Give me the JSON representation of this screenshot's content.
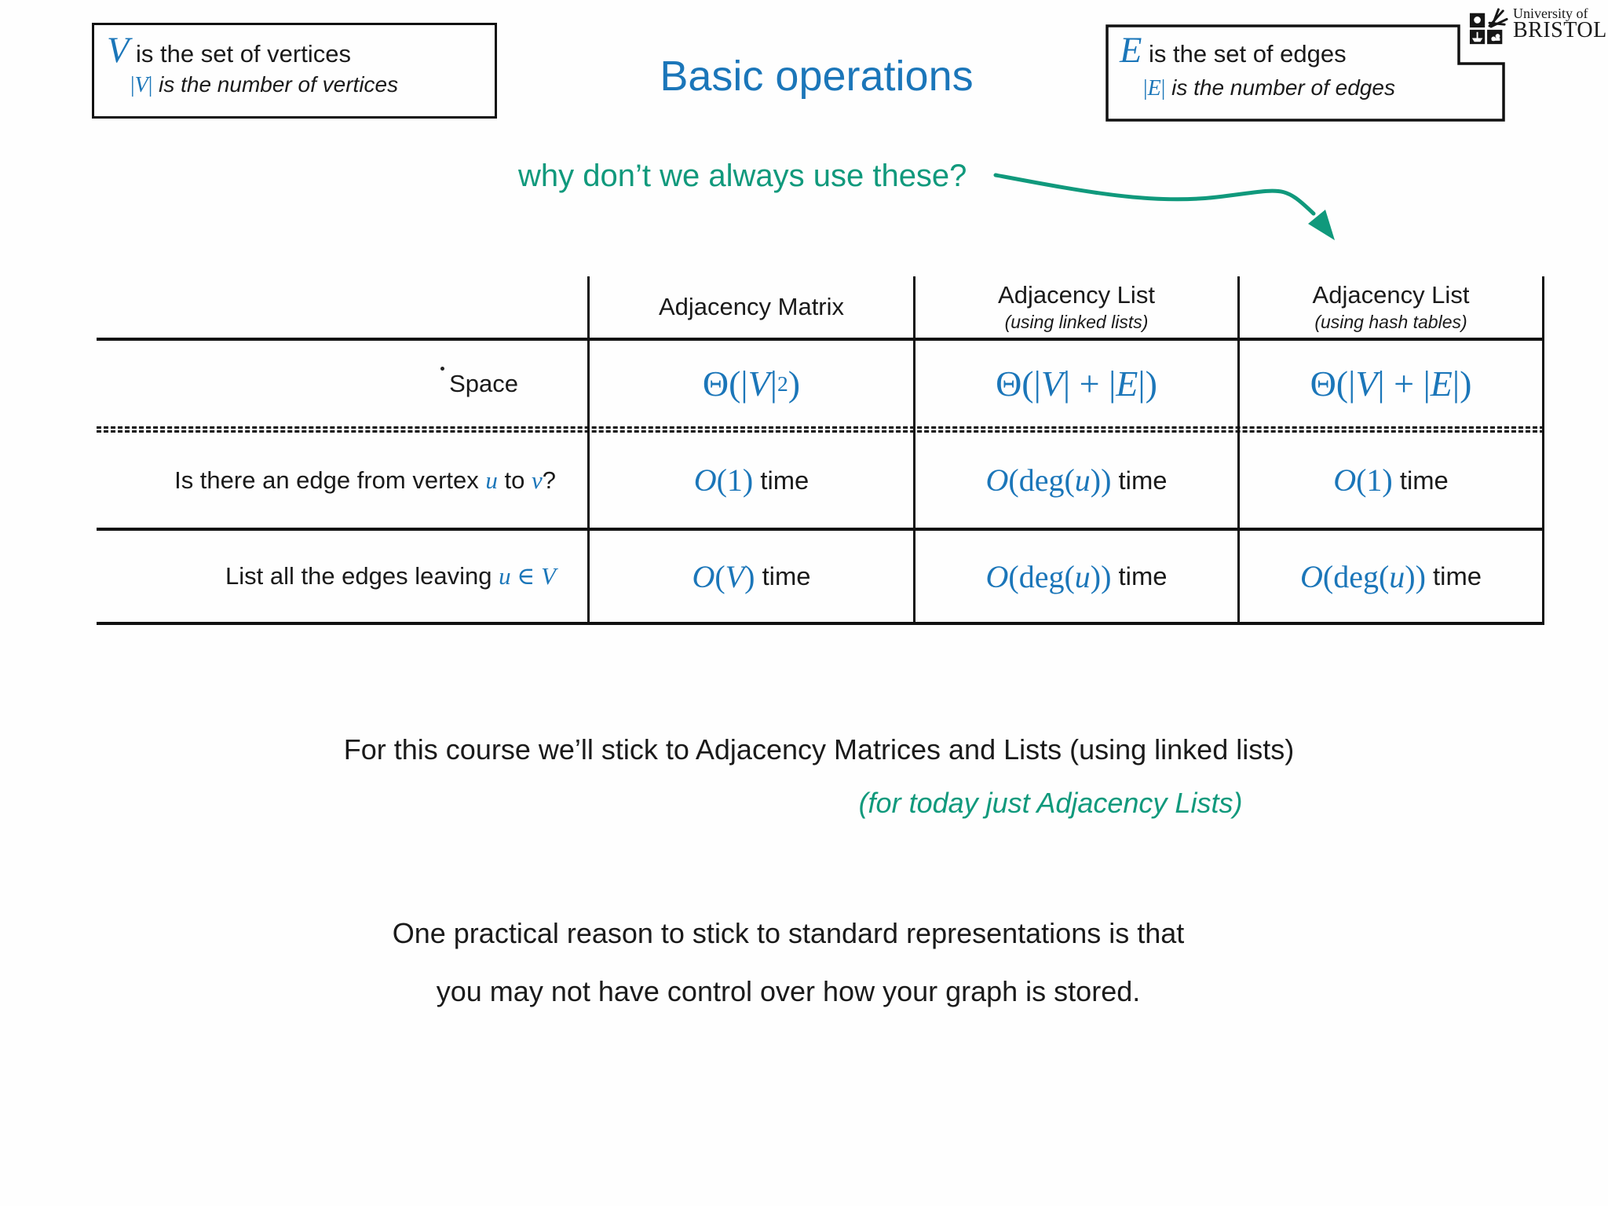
{
  "colors": {
    "accent_blue": "#1b76b9",
    "accent_teal": "#10997c",
    "ink": "#1a1a1a"
  },
  "slide": {
    "title": "Basic operations",
    "question": "why don’t we always use these?",
    "note1": "For this course we’ll stick to Adjacency Matrices and Lists (using linked lists)",
    "note1_sub": "(for today just Adjacency Lists)",
    "note2_line1": "One practical reason to stick to standard representations is that",
    "note2_line2": "you may not have control over how your graph is stored."
  },
  "logo": {
    "line1": "University of",
    "line2": "BRISTOL"
  },
  "vertex_box": {
    "line1": [
      {
        "t": "V",
        "s": "itbig"
      },
      {
        "t": " is the set of vertices",
        "s": "plain"
      }
    ],
    "line2": [
      {
        "t": "|",
        "s": "rm"
      },
      {
        "t": "V",
        "s": "it"
      },
      {
        "t": "|",
        "s": "rm"
      },
      {
        "t": " is the number of vertices",
        "s": "plainit"
      }
    ]
  },
  "edge_box": {
    "line1": [
      {
        "t": "E",
        "s": "itbig"
      },
      {
        "t": " is the set of edges",
        "s": "plain"
      }
    ],
    "line2": [
      {
        "t": "|",
        "s": "rm"
      },
      {
        "t": "E",
        "s": "it"
      },
      {
        "t": "|",
        "s": "rm"
      },
      {
        "t": " is the number of edges",
        "s": "plainit"
      }
    ]
  },
  "table": {
    "columns": [
      {
        "title": "Adjacency Matrix",
        "subtitle": ""
      },
      {
        "title": "Adjacency List",
        "subtitle": "(using linked lists)"
      },
      {
        "title": "Adjacency List",
        "subtitle": "(using hash tables)"
      }
    ],
    "rows": [
      {
        "label": [
          {
            "t": "Space",
            "s": "plain"
          }
        ],
        "cells": [
          [
            {
              "t": "Θ(|",
              "s": "rm"
            },
            {
              "t": "V",
              "s": "it"
            },
            {
              "t": "|",
              "s": "rm"
            },
            {
              "t": "2",
              "s": "sup"
            },
            {
              "t": ")",
              "s": "rm"
            }
          ],
          [
            {
              "t": "Θ(|",
              "s": "rm"
            },
            {
              "t": "V",
              "s": "it"
            },
            {
              "t": "| + |",
              "s": "rm"
            },
            {
              "t": "E",
              "s": "it"
            },
            {
              "t": "|)",
              "s": "rm"
            }
          ],
          [
            {
              "t": "Θ(|",
              "s": "rm"
            },
            {
              "t": "V",
              "s": "it"
            },
            {
              "t": "| + |",
              "s": "rm"
            },
            {
              "t": "E",
              "s": "it"
            },
            {
              "t": "|)",
              "s": "rm"
            }
          ]
        ]
      },
      {
        "label": [
          {
            "t": "Is there an edge from vertex ",
            "s": "plain"
          },
          {
            "t": "u",
            "s": "it"
          },
          {
            "t": " to ",
            "s": "plain"
          },
          {
            "t": "v",
            "s": "it"
          },
          {
            "t": "?",
            "s": "plain"
          }
        ],
        "cells": [
          [
            {
              "t": "O",
              "s": "it"
            },
            {
              "t": "(1)",
              "s": "rm"
            },
            {
              "t": " time",
              "s": "time"
            }
          ],
          [
            {
              "t": "O",
              "s": "it"
            },
            {
              "t": "(deg(",
              "s": "rm"
            },
            {
              "t": "u",
              "s": "it"
            },
            {
              "t": "))",
              "s": "rm"
            },
            {
              "t": " time",
              "s": "time"
            }
          ],
          [
            {
              "t": "O",
              "s": "it"
            },
            {
              "t": "(1)",
              "s": "rm"
            },
            {
              "t": " time",
              "s": "time"
            }
          ]
        ]
      },
      {
        "label": [
          {
            "t": "List all the edges leaving ",
            "s": "plain"
          },
          {
            "t": "u",
            "s": "it"
          },
          {
            "t": " ∈ ",
            "s": "rm"
          },
          {
            "t": "V",
            "s": "it"
          }
        ],
        "cells": [
          [
            {
              "t": "O",
              "s": "it"
            },
            {
              "t": "(",
              "s": "rm"
            },
            {
              "t": "V",
              "s": "it"
            },
            {
              "t": ")",
              "s": "rm"
            },
            {
              "t": " time",
              "s": "time"
            }
          ],
          [
            {
              "t": "O",
              "s": "it"
            },
            {
              "t": "(deg(",
              "s": "rm"
            },
            {
              "t": "u",
              "s": "it"
            },
            {
              "t": "))",
              "s": "rm"
            },
            {
              "t": " time",
              "s": "time"
            }
          ],
          [
            {
              "t": "O",
              "s": "it"
            },
            {
              "t": "(deg(",
              "s": "rm"
            },
            {
              "t": "u",
              "s": "it"
            },
            {
              "t": "))",
              "s": "rm"
            },
            {
              "t": " time",
              "s": "time"
            }
          ]
        ]
      }
    ]
  }
}
